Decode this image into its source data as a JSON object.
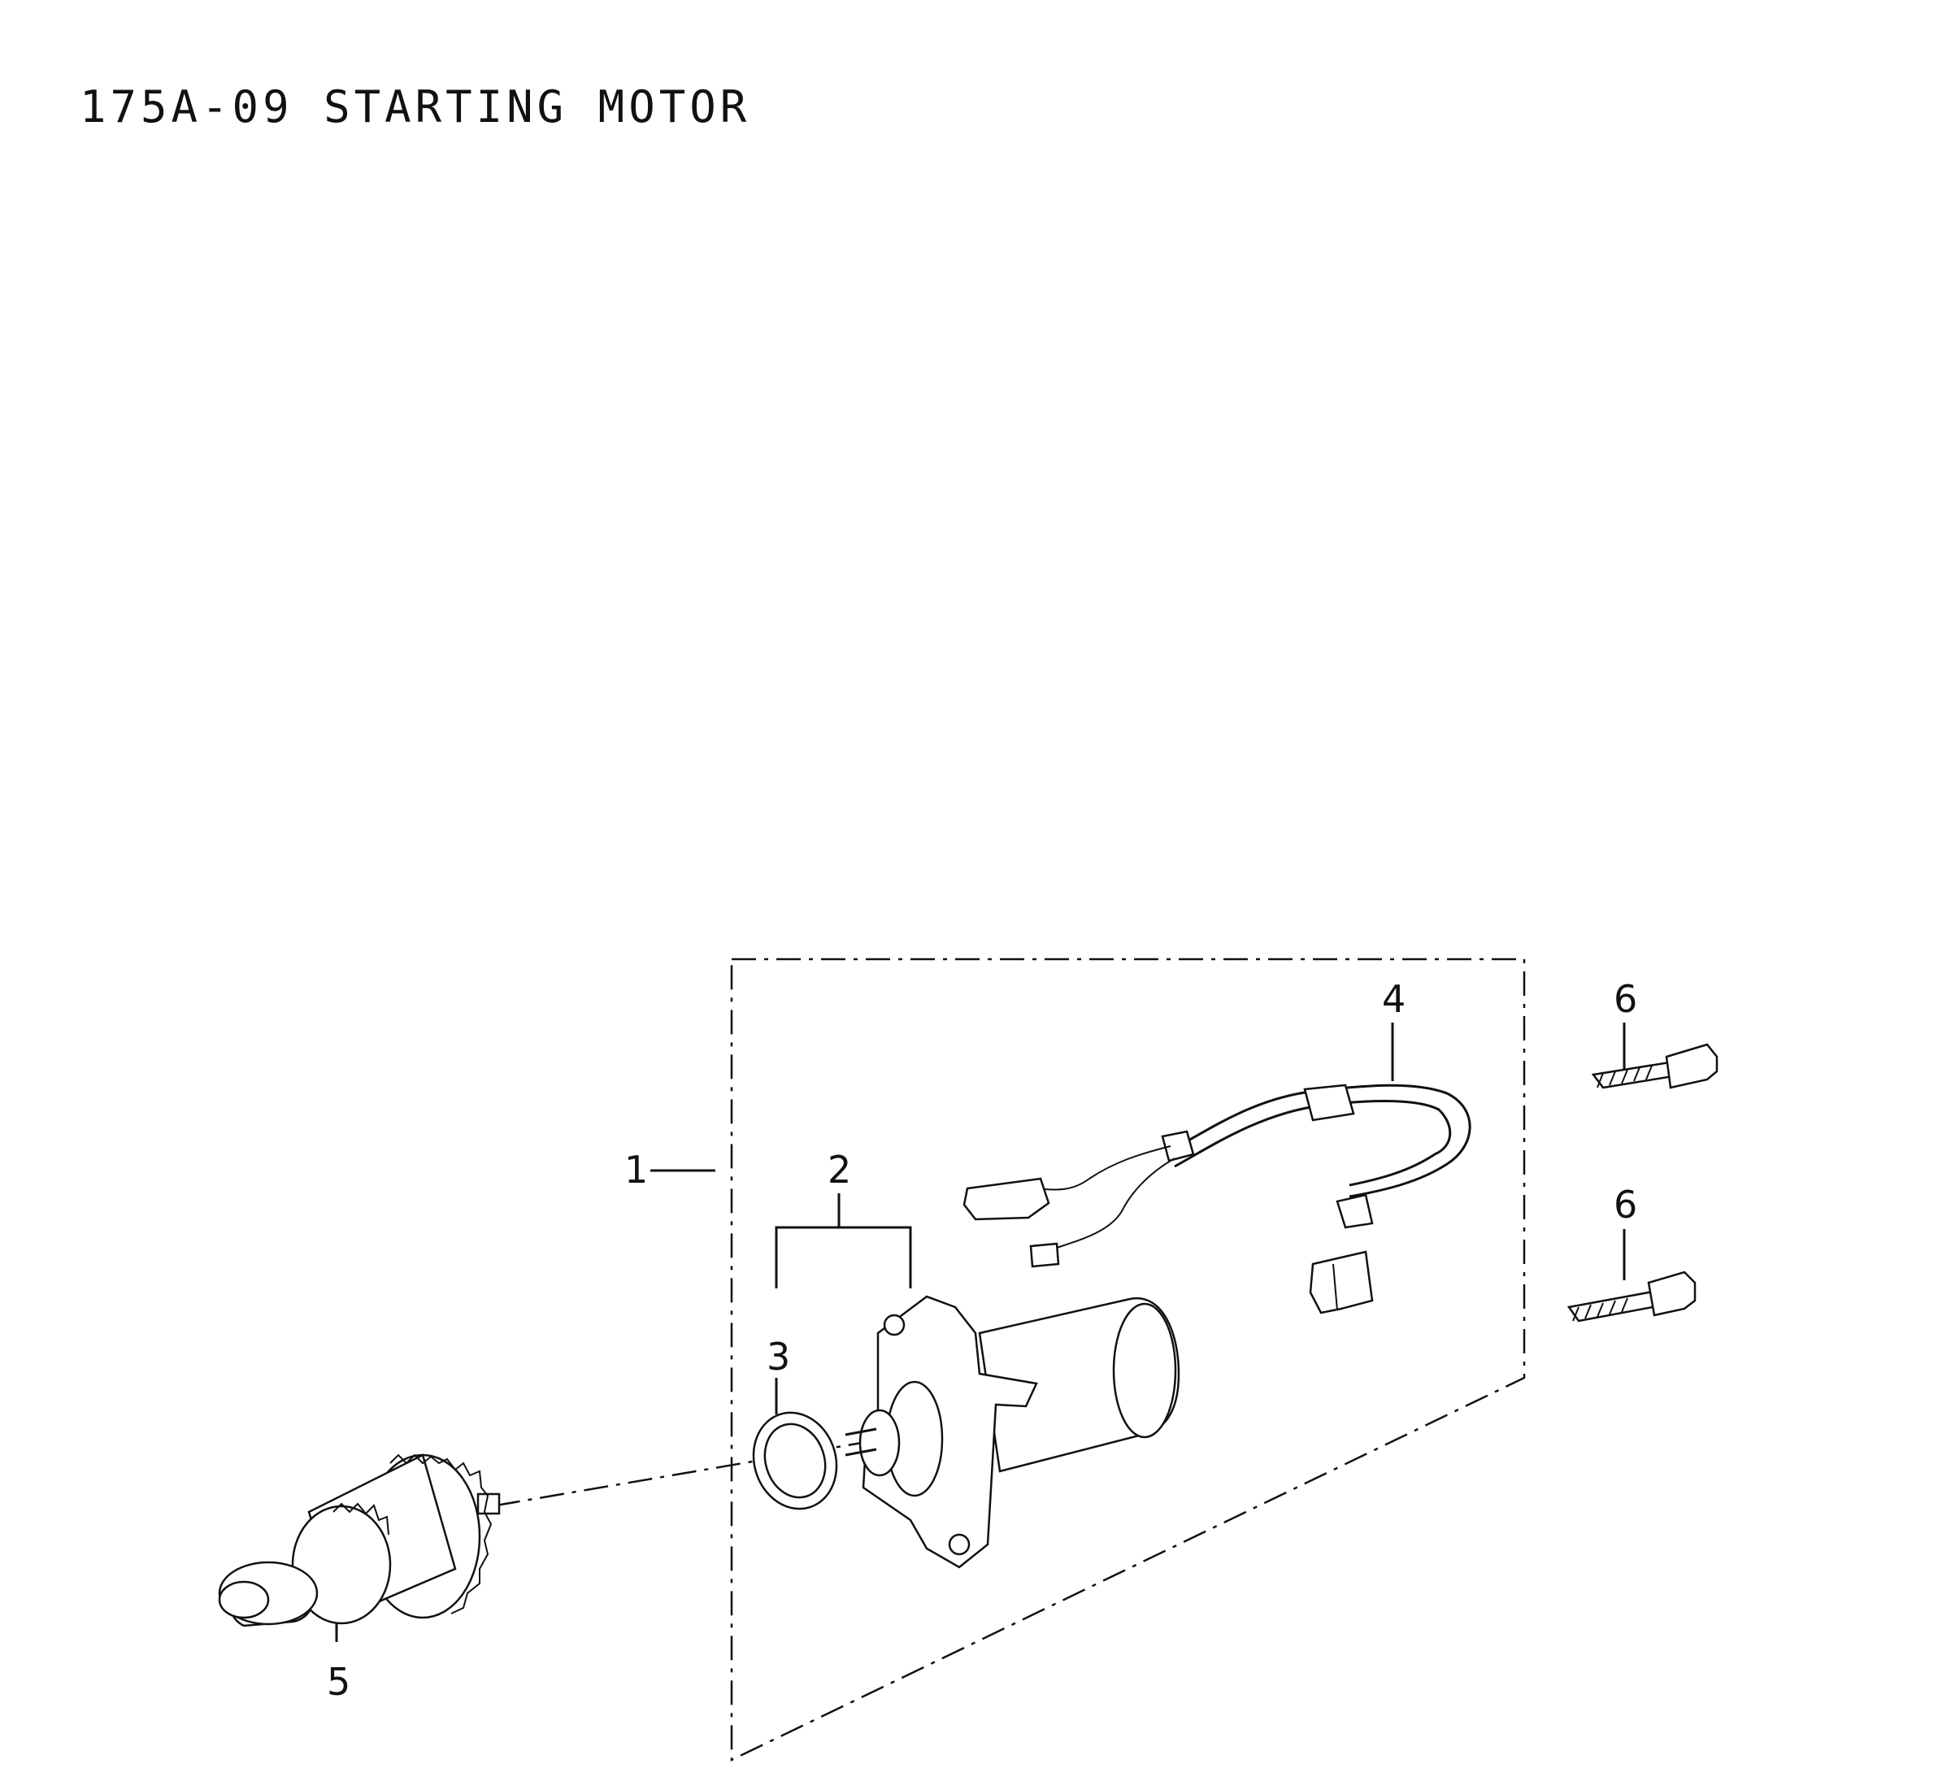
{
  "title": "175A-09 STARTING MOTOR",
  "callouts": {
    "c1": "1",
    "c2": "2",
    "c3": "3",
    "c4": "4",
    "c5": "5",
    "c6a": "6",
    "c6b": "6"
  }
}
